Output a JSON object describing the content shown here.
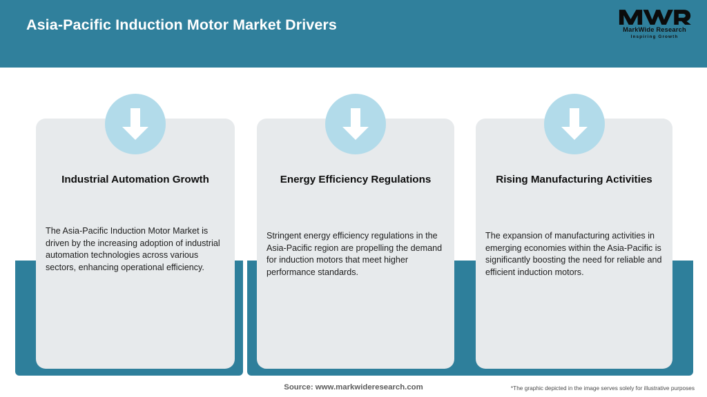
{
  "header": {
    "title": "Asia-Pacific Induction Motor Market Drivers",
    "background_color": "#30809c",
    "title_color": "#ffffff"
  },
  "logo": {
    "mark": "MWR",
    "name": "MarkWide Research",
    "tagline": "Inspiring Growth"
  },
  "theme": {
    "accent_teal": "#2e7f9b",
    "card_background": "#e7eaec",
    "icon_circle": "#b2dbea",
    "arrow_color": "#ffffff"
  },
  "cards": [
    {
      "icon": "arrow-down-icon",
      "title": "Industrial Automation Growth",
      "body": "The Asia-Pacific Induction Motor Market is driven by the increasing adoption of industrial automation technologies across various sectors, enhancing operational efficiency."
    },
    {
      "icon": "arrow-down-icon",
      "title": "Energy Efficiency Regulations",
      "body": "Stringent energy efficiency regulations in the Asia-Pacific region are propelling the demand for induction motors that meet higher performance standards."
    },
    {
      "icon": "arrow-down-icon",
      "title": "Rising Manufacturing Activities",
      "body": "The expansion of manufacturing activities in emerging economies within the Asia-Pacific is significantly boosting the need for reliable and efficient induction motors."
    }
  ],
  "footer": {
    "source": "Source: www.markwideresearch.com",
    "disclaimer": "*The graphic depicted in the image serves solely for illustrative purposes"
  }
}
